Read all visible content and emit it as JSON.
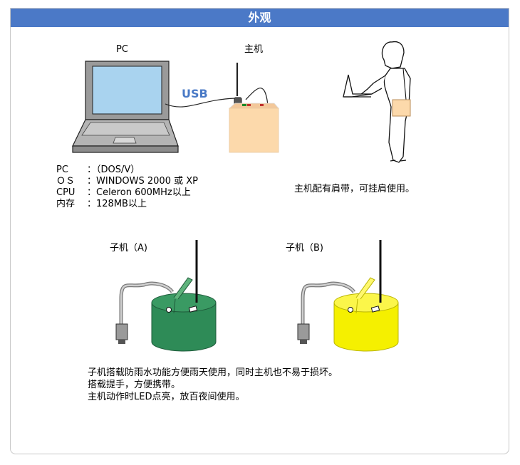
{
  "header": {
    "title": "外观"
  },
  "labels": {
    "pc": "PC",
    "host": "主机",
    "usb": "USB",
    "shoulder_note": "主机配有肩带，可挂肩使用。",
    "child_a": "子机（A)",
    "child_b": "子机（B)"
  },
  "specs": [
    {
      "key": "PC",
      "value": "：（DOS/V）"
    },
    {
      "key": "ＯＳ",
      "value": "：WINDOWS 2000 或 XP"
    },
    {
      "key": "CPU",
      "value": "：Celeron 600MHz以上"
    },
    {
      "key": "内存",
      "value": "：128MB以上"
    }
  ],
  "description": [
    "子机搭载防雨水功能方便雨天使用，同时主机也不易于损坏。",
    "搭载提手，方便携带。",
    "主机动作时LED点亮，放百夜间使用。"
  ],
  "colors": {
    "header_bg": "#4b79c7",
    "usb_text": "#4a7ac6",
    "host_box": "#fcd9ab",
    "child_a": "#2e8b57",
    "child_b": "#f5f000",
    "laptop_screen": "#a9d3ef"
  },
  "icons": {
    "laptop": "laptop-icon",
    "host_device": "host-device-icon",
    "person": "person-with-shoulder-strap-icon",
    "child_a": "sensor-unit-green-icon",
    "child_b": "sensor-unit-yellow-icon"
  }
}
